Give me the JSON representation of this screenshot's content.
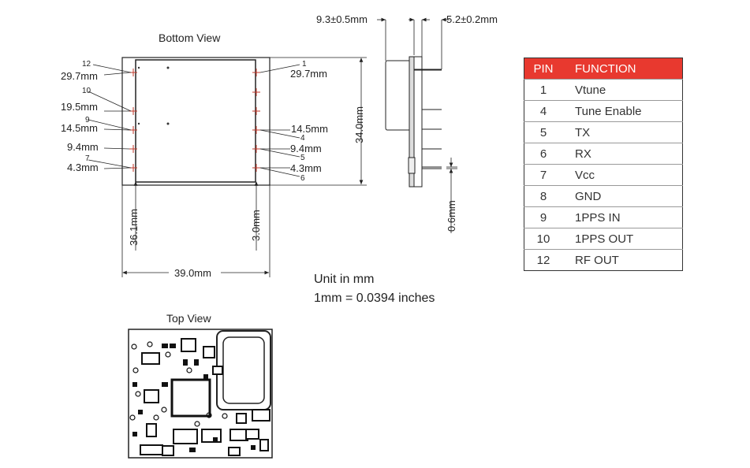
{
  "bottom_view": {
    "title": "Bottom View",
    "left_pins": [
      {
        "num": "12",
        "dim": "29.7mm"
      },
      {
        "num": "10",
        "dim": "19.5mm"
      },
      {
        "num": "9",
        "dim": "14.5mm"
      },
      {
        "num": "",
        "dim": "9.4mm"
      },
      {
        "num": "7",
        "dim": "4.3mm"
      }
    ],
    "right_pins": [
      {
        "num": "1",
        "dim": "29.7mm"
      },
      {
        "num": "4",
        "dim": "14.5mm"
      },
      {
        "num": "5",
        "dim": "9.4mm"
      },
      {
        "num": "6",
        "dim": "4.3mm"
      }
    ],
    "height_dim": "34.0mm",
    "left_vertical_dim": "36.1mm",
    "right_vertical_dim": "3.0mm",
    "width_dim": "39.0mm"
  },
  "side_view": {
    "width_dim": "9.3±0.5mm",
    "pin_dim": "5.2±0.2mm",
    "thickness_dim": "0.6mm"
  },
  "top_view": {
    "title": "Top View"
  },
  "notes": {
    "unit": "Unit in mm",
    "conversion": "1mm = 0.0394 inches"
  },
  "pin_table": {
    "header": {
      "pin": "PIN",
      "function": "FUNCTION"
    },
    "header_color": "#e8392f",
    "rows": [
      {
        "pin": "1",
        "function": "Vtune"
      },
      {
        "pin": "4",
        "function": "Tune Enable"
      },
      {
        "pin": "5",
        "function": "TX"
      },
      {
        "pin": "6",
        "function": "RX"
      },
      {
        "pin": "7",
        "function": "Vcc"
      },
      {
        "pin": "8",
        "function": "GND"
      },
      {
        "pin": "9",
        "function": "1PPS IN"
      },
      {
        "pin": "10",
        "function": "1PPS OUT"
      },
      {
        "pin": "12",
        "function": "RF OUT"
      }
    ]
  }
}
